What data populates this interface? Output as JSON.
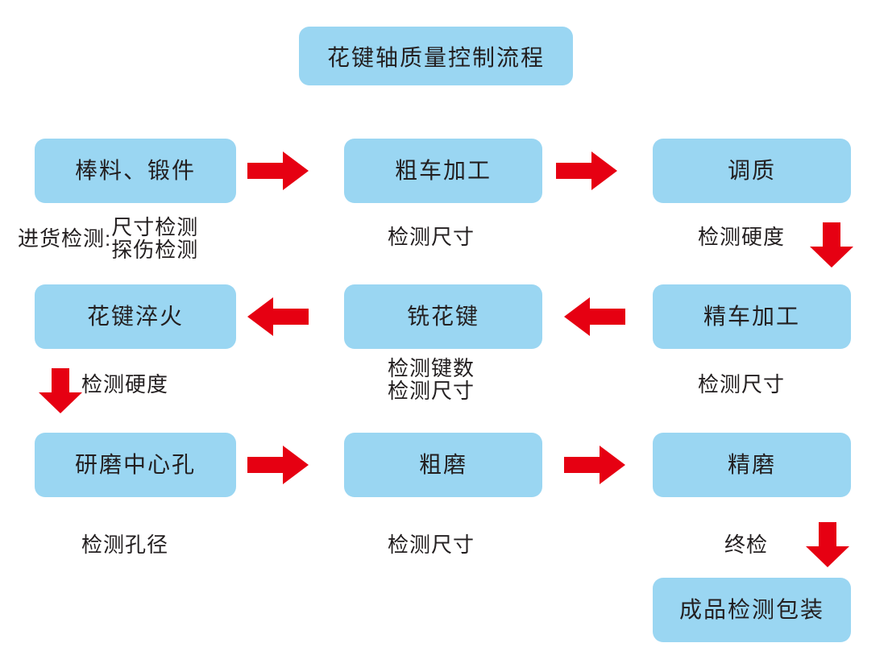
{
  "diagram": {
    "title": "花键轴质量控制流程",
    "accent_box_color": "#9ad6f2",
    "accent_arrow_color": "#e60012",
    "text_color": "#231f20",
    "background_color": "#ffffff"
  },
  "nodes": {
    "n1": "棒料、锻件",
    "n2": "粗车加工",
    "n3": "调质",
    "n4": "精车加工",
    "n5": "铣花键",
    "n6": "花键淬火",
    "n7": "研磨中心孔",
    "n8": "粗磨",
    "n9": "精磨",
    "n10": "成品检测包装"
  },
  "notes": {
    "note1_prefix": "进货检测:",
    "note1_line1": "尺寸检测",
    "note1_line2": "探伤检测",
    "note2": "检测尺寸",
    "note3": "检测硬度",
    "note4": "检测尺寸",
    "note5_line1": "检测键数",
    "note5_line2": "检测尺寸",
    "note6": "检测硬度",
    "note7": "检测孔径",
    "note8": "检测尺寸",
    "note9": "终检"
  },
  "arrows": {
    "a1": "arrow-right-icon",
    "a2": "arrow-right-icon",
    "a3": "arrow-down-icon",
    "a4": "arrow-left-icon",
    "a5": "arrow-left-icon",
    "a6": "arrow-down-icon",
    "a7": "arrow-right-icon",
    "a8": "arrow-right-icon",
    "a9": "arrow-down-icon"
  }
}
